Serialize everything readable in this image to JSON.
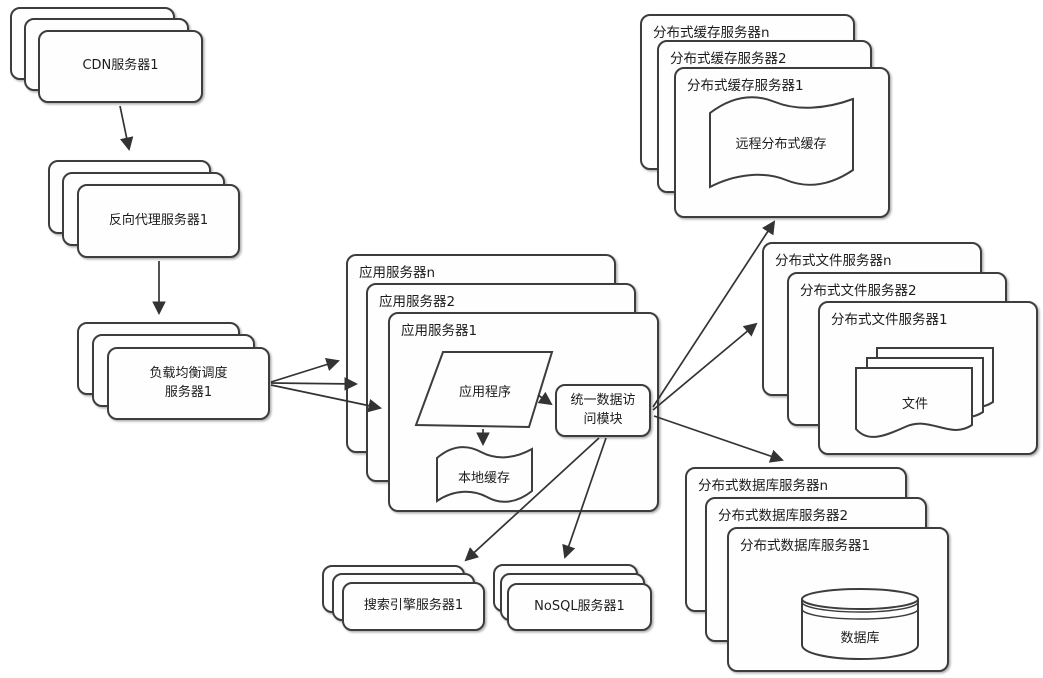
{
  "colors": {
    "background": "#ffffff",
    "line": "#3d3d3d",
    "box_fill": "#fefefe",
    "text": "#1c1c1c"
  },
  "nodes": {
    "cdn": {
      "label": "CDN服务器1"
    },
    "reverse_proxy": {
      "label": "反向代理服务器1"
    },
    "load_balancer": {
      "line1": "负载均衡调度",
      "line2": "服务器1"
    },
    "app_servers": {
      "n": "应用服务器n",
      "s2": "应用服务器2",
      "s1": "应用服务器1"
    },
    "application": {
      "label": "应用程序"
    },
    "local_cache": {
      "label": "本地缓存"
    },
    "data_access_module": {
      "line1": "统一数据访",
      "line2": "问模块"
    },
    "cache_servers": {
      "n": "分布式缓存服务器n",
      "s2": "分布式缓存服务器2",
      "s1": "分布式缓存服务器1"
    },
    "remote_cache": {
      "label": "远程分布式缓存"
    },
    "file_servers": {
      "n": "分布式文件服务器n",
      "s2": "分布式文件服务器2",
      "s1": "分布式文件服务器1"
    },
    "files": {
      "label": "文件"
    },
    "db_servers": {
      "n": "分布式数据库服务器n",
      "s2": "分布式数据库服务器2",
      "s1": "分布式数据库服务器1"
    },
    "database": {
      "label": "数据库"
    },
    "search_servers": {
      "label": "搜索引擎服务器1"
    },
    "nosql_servers": {
      "label": "NoSQL服务器1"
    }
  },
  "edges": [
    {
      "from": "cdn",
      "to": "reverse_proxy"
    },
    {
      "from": "reverse_proxy",
      "to": "load_balancer"
    },
    {
      "from": "load_balancer",
      "to": "app_server_n"
    },
    {
      "from": "load_balancer",
      "to": "app_server_2"
    },
    {
      "from": "load_balancer",
      "to": "app_server_1"
    },
    {
      "from": "application",
      "to": "data_access_module"
    },
    {
      "from": "application",
      "to": "local_cache"
    },
    {
      "from": "data_access_module",
      "to": "cache_servers"
    },
    {
      "from": "data_access_module",
      "to": "file_servers"
    },
    {
      "from": "data_access_module",
      "to": "db_servers"
    },
    {
      "from": "data_access_module",
      "to": "search_servers"
    },
    {
      "from": "data_access_module",
      "to": "nosql_servers"
    }
  ]
}
